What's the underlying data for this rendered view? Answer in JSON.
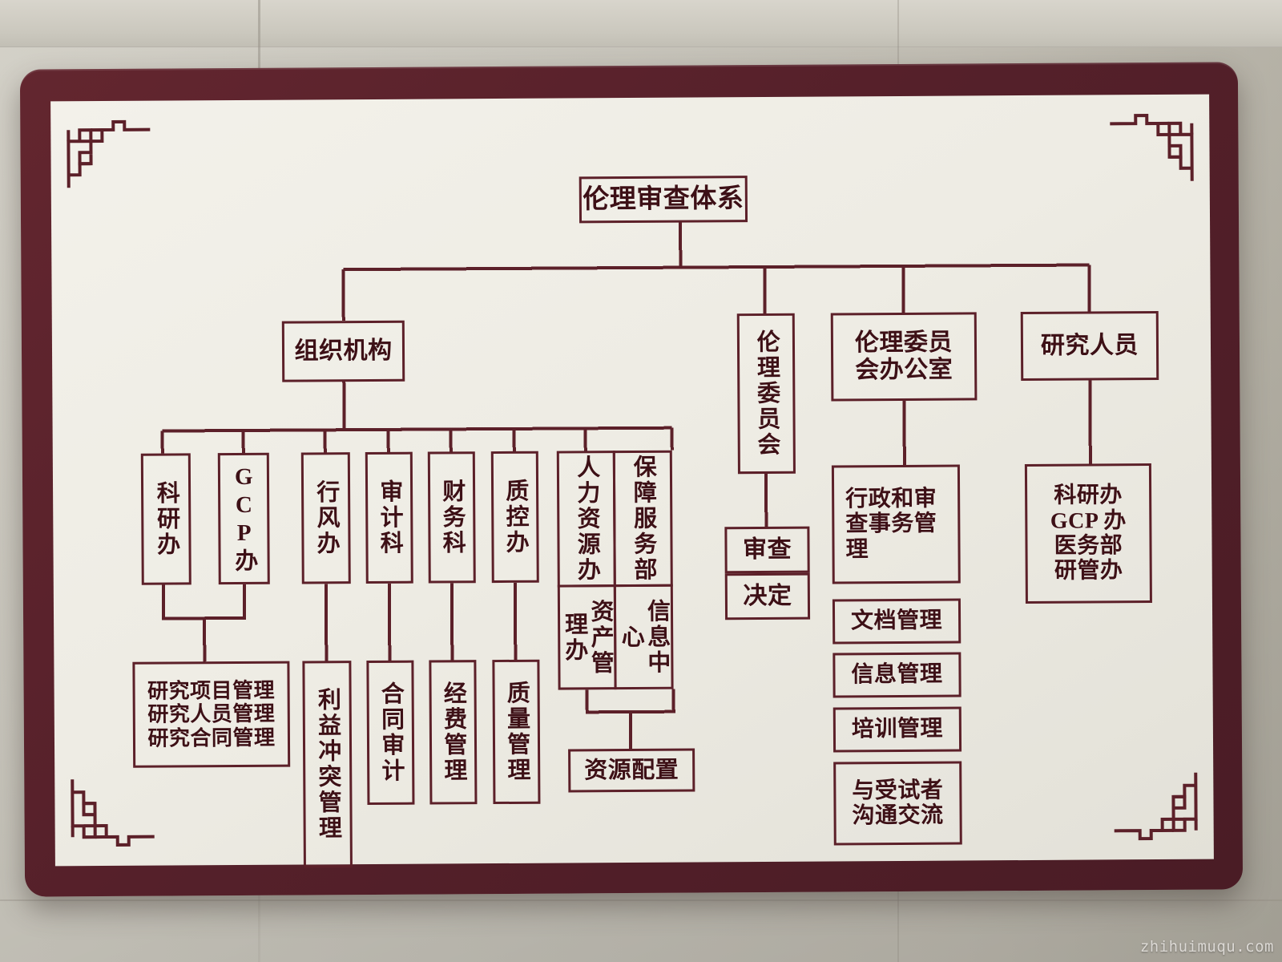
{
  "meta": {
    "watermark": "zhihuimuqu.com",
    "title": "伦理审查体系",
    "colors": {
      "board_frame": "#55202a",
      "board_face": "#efede5",
      "line": "#5c2029",
      "text": "#3d1016",
      "wall": "#c8c5bb"
    }
  },
  "chart_data": {
    "type": "diagram",
    "subtype": "organization-tree",
    "title": "伦理审查体系",
    "orientation": "top-down",
    "nodes": [
      {
        "id": "root",
        "label": "伦理审查体系",
        "level": 0,
        "parent": null
      },
      {
        "id": "org",
        "label": "组织机构",
        "level": 1,
        "parent": "root"
      },
      {
        "id": "ec",
        "label": "伦理委员会",
        "level": 1,
        "parent": "root",
        "vertical": true
      },
      {
        "id": "ecoffice",
        "label": "伦理委员会办公室",
        "level": 1,
        "parent": "root"
      },
      {
        "id": "researchers",
        "label": "研究人员",
        "level": 1,
        "parent": "root"
      },
      {
        "id": "keyanban",
        "label": "科研办",
        "level": 2,
        "parent": "org",
        "vertical": true
      },
      {
        "id": "gcpban",
        "label": "GCP办",
        "level": 2,
        "parent": "org",
        "vertical": true
      },
      {
        "id": "xingfeng",
        "label": "行风办",
        "level": 2,
        "parent": "org",
        "vertical": true
      },
      {
        "id": "shenji",
        "label": "审计科",
        "level": 2,
        "parent": "org",
        "vertical": true
      },
      {
        "id": "caiwu",
        "label": "财务科",
        "level": 2,
        "parent": "org",
        "vertical": true
      },
      {
        "id": "zhikong",
        "label": "质控办",
        "level": 2,
        "parent": "org",
        "vertical": true
      },
      {
        "id": "renli",
        "label": "人力资源办",
        "level": 2,
        "parent": "org",
        "vertical": true
      },
      {
        "id": "baozhang",
        "label": "保障服务部",
        "level": 2,
        "parent": "org",
        "vertical": true
      },
      {
        "id": "zichan",
        "label": "资产管理办",
        "level": 3,
        "parent": "renli",
        "vertical": true
      },
      {
        "id": "xinxi",
        "label": "信息中心",
        "level": 3,
        "parent": "baozhang",
        "vertical": true
      },
      {
        "id": "yanjiuguanli",
        "label": "研究项目管理\n研究人员管理\n研究合同管理",
        "level": 3,
        "parent": "keyanban+gcpban",
        "lines": [
          "研究项目管理",
          "研究人员管理",
          "研究合同管理"
        ]
      },
      {
        "id": "liyi",
        "label": "利益冲突管理",
        "level": 3,
        "parent": "xingfeng",
        "vertical": true
      },
      {
        "id": "hetong",
        "label": "合同审计",
        "level": 3,
        "parent": "shenji",
        "vertical": true
      },
      {
        "id": "jingfei",
        "label": "经费管理",
        "level": 3,
        "parent": "caiwu",
        "vertical": true
      },
      {
        "id": "zhiliang",
        "label": "质量管理",
        "level": 3,
        "parent": "zhikong",
        "vertical": true
      },
      {
        "id": "ziyuan",
        "label": "资源配置",
        "level": 4,
        "parent": "zichan+xinxi"
      },
      {
        "id": "shencha",
        "label": "审查",
        "level": 2,
        "parent": "ec"
      },
      {
        "id": "jueding",
        "label": "决定",
        "level": 3,
        "parent": "shencha"
      },
      {
        "id": "xingzheng",
        "label": "行政和审查事务管理",
        "level": 2,
        "parent": "ecoffice",
        "lines": [
          "行政和审",
          "查事务管",
          "理"
        ]
      },
      {
        "id": "wendang",
        "label": "文档管理",
        "level": 2,
        "parent": "ecoffice"
      },
      {
        "id": "xinxiguanli",
        "label": "信息管理",
        "level": 2,
        "parent": "ecoffice"
      },
      {
        "id": "peixun",
        "label": "培训管理",
        "level": 2,
        "parent": "ecoffice"
      },
      {
        "id": "goutong",
        "label": "与受试者沟通交流",
        "level": 2,
        "parent": "ecoffice",
        "lines": [
          "与受试者",
          "沟通交流"
        ]
      },
      {
        "id": "yanjiurenyuan_sub",
        "label": "科研办 / GCP 办 / 医务部 / 研管办",
        "level": 2,
        "parent": "researchers",
        "lines": [
          "科研办",
          "GCP 办",
          "医务部",
          "研管办"
        ]
      }
    ]
  },
  "boxes": {
    "root": {
      "text": "伦理审查体系"
    },
    "org": {
      "text": "组织机构"
    },
    "ec": {
      "text": "伦理委员会"
    },
    "ecoffice_l1": {
      "text": "伦理委员"
    },
    "ecoffice_l2": {
      "text": "会办公室"
    },
    "researchers": {
      "text": "研究人员"
    },
    "keyanban": {
      "text": "科研办"
    },
    "gcpban": {
      "text": "GCP办"
    },
    "xingfeng": {
      "text": "行风办"
    },
    "shenji": {
      "text": "审计科"
    },
    "caiwu": {
      "text": "财务科"
    },
    "zhikong": {
      "text": "质控办"
    },
    "renli": {
      "text": "人力资源办"
    },
    "baozhang": {
      "text": "保障服务部"
    },
    "zichan": {
      "text": "资产管理办"
    },
    "xinxi": {
      "text": "信息中心"
    },
    "yj_l1": {
      "text": "研究项目管理"
    },
    "yj_l2": {
      "text": "研究人员管理"
    },
    "yj_l3": {
      "text": "研究合同管理"
    },
    "liyi": {
      "text": "利益冲突管理"
    },
    "hetong": {
      "text": "合同审计"
    },
    "jingfei": {
      "text": "经费管理"
    },
    "zhiliang": {
      "text": "质量管理"
    },
    "ziyuan": {
      "text": "资源配置"
    },
    "shencha": {
      "text": "审查"
    },
    "jueding": {
      "text": "决定"
    },
    "xz_l1": {
      "text": "行政和审"
    },
    "xz_l2": {
      "text": "查事务管"
    },
    "xz_l3": {
      "text": "理"
    },
    "wendang": {
      "text": "文档管理"
    },
    "xinxiguanli": {
      "text": "信息管理"
    },
    "peixun": {
      "text": "培训管理"
    },
    "gt_l1": {
      "text": "与受试者"
    },
    "gt_l2": {
      "text": "沟通交流"
    },
    "rs_l1": {
      "text": "科研办"
    },
    "rs_l2": {
      "text": "GCP 办"
    },
    "rs_l3": {
      "text": "医务部"
    },
    "rs_l4": {
      "text": "研管办"
    }
  }
}
